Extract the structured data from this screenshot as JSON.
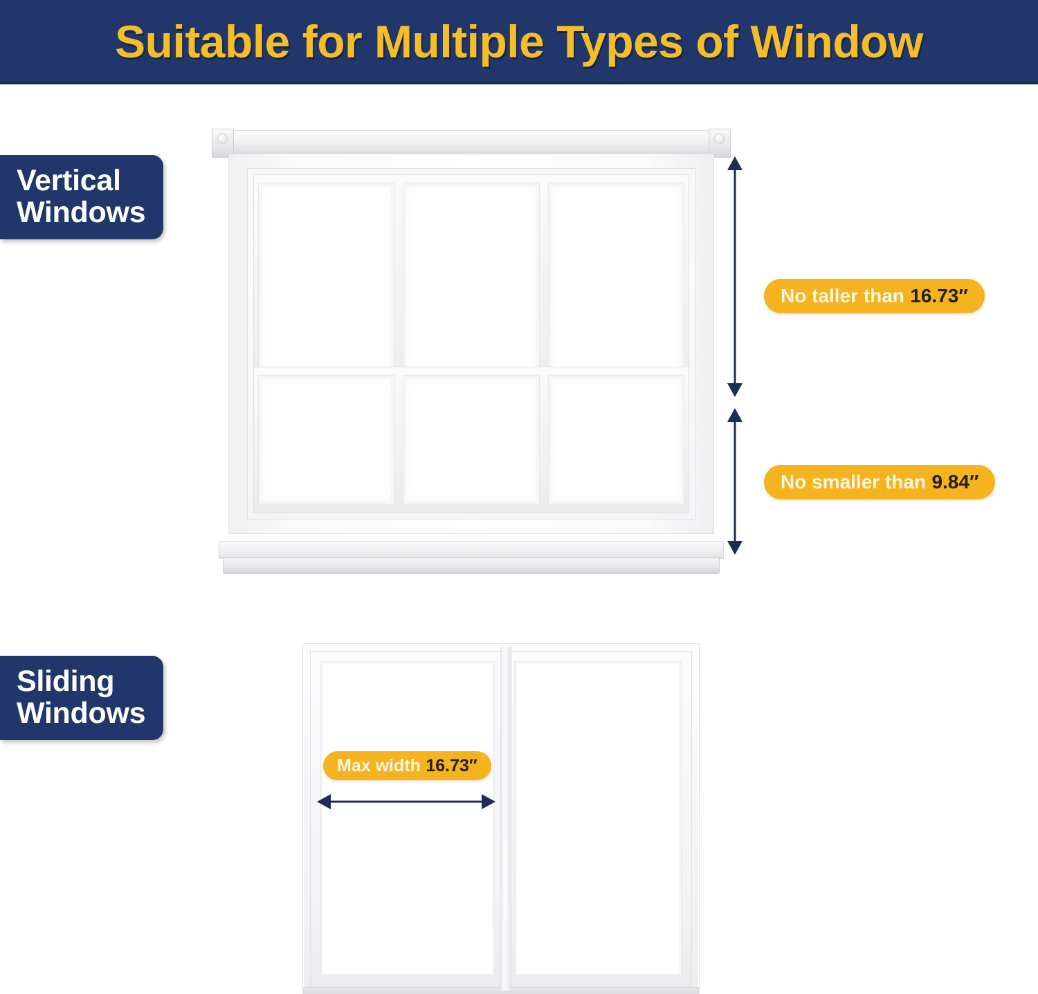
{
  "header": {
    "title": "Suitable for Multiple Types of Window",
    "background_color": "#21366a",
    "text_color": "#f5be28"
  },
  "sections": [
    {
      "id": "vertical",
      "tab_line1": "Vertical",
      "tab_line2": "Windows"
    },
    {
      "id": "sliding",
      "tab_line1": "Sliding",
      "tab_line2": "Windows"
    }
  ],
  "badges": {
    "no_taller": {
      "label": "No taller than",
      "value": "16.73″"
    },
    "no_smaller": {
      "label": "No smaller than",
      "value": "9.84″"
    },
    "max_width": {
      "label": "Max width",
      "value": "16.73″"
    }
  },
  "colors": {
    "navy": "#21366a",
    "gold": "#f5b320",
    "title_gold": "#f5be28",
    "arrow_navy": "#1c2f52",
    "badge_label_text": "#fdf6e0",
    "badge_value_text": "#231f12",
    "frame_white": "#f4f4f6",
    "page_background": "#ffffff"
  },
  "vertical_window": {
    "type": "double-hung-window",
    "columns": 3,
    "rows": 2,
    "top_sash_panes": 3,
    "bottom_sash_panes": 3,
    "sash_locks": 2
  },
  "sliding_window": {
    "type": "sliding-window",
    "panels": 2
  }
}
